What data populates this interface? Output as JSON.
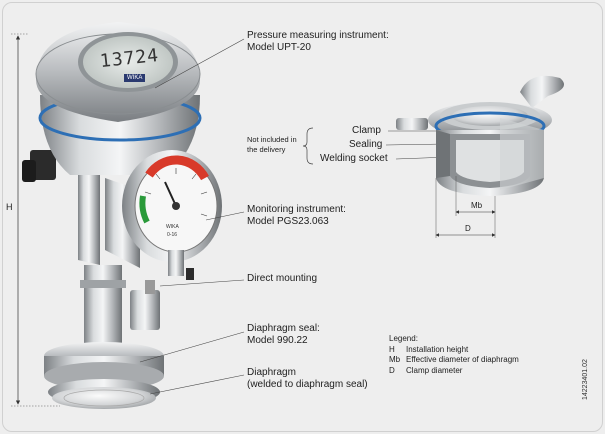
{
  "labels": {
    "pressure_instrument": [
      "Pressure measuring instrument:",
      "Model UPT-20"
    ],
    "monitoring_instrument": [
      "Monitoring instrument:",
      "Model PGS23.063"
    ],
    "direct_mounting": "Direct mounting",
    "diaphragm_seal": [
      "Diaphragm seal:",
      "Model 990.22"
    ],
    "diaphragm": [
      "Diaphragm",
      "(welded to diaphragm seal)"
    ],
    "clamp": "Clamp",
    "sealing": "Sealing",
    "welding_socket": "Welding socket",
    "not_included": [
      "Not included in",
      "the delivery"
    ]
  },
  "display": {
    "reading": "13724",
    "brand": "WIKA"
  },
  "gauge": {
    "brand": "WIKA",
    "range": "0-16"
  },
  "dimensions": {
    "height": "H",
    "mb": "Mb",
    "d": "D"
  },
  "legend": {
    "title": "Legend:",
    "items": [
      {
        "key": "H",
        "text": "Installation height"
      },
      {
        "key": "Mb",
        "text": "Effective diameter of diaphragm"
      },
      {
        "key": "D",
        "text": "Clamp diameter"
      }
    ]
  },
  "document_number": "14223401.02",
  "colors": {
    "accent_blue": "#2d6fb5",
    "gauge_red": "#d83a2a",
    "gauge_green": "#2a9a3a",
    "steel": "#b9bcbf"
  }
}
